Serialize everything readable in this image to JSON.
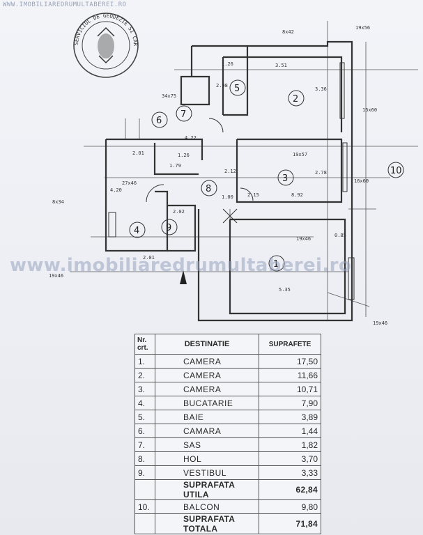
{
  "top_watermark": "WWW.IMOBILIAREDRUMULTABEREI.RO",
  "watermark": "www.imobiliaredrumultaberei.ro",
  "stamp_text": "SERVICIUL DE GEODEZIE SI CARTOGRAFIE",
  "plan_labels": {
    "room_numbers": [
      "1",
      "2",
      "3",
      "4",
      "5",
      "6",
      "7",
      "8",
      "9",
      "10"
    ],
    "dims": [
      "8x42",
      "19x56",
      "3.51",
      "3.36",
      "1.26",
      "2.98",
      "15x60",
      "34x75",
      "19x57",
      "4.22",
      "2.78",
      "2.01",
      "1.26",
      "1.79",
      "2.12",
      "1.00",
      "0.85",
      "8.92",
      "2.15",
      "4.20",
      "27x46",
      "8x34",
      "2.02",
      "19x46",
      "2.01",
      "5.35",
      "19x46",
      "19x46",
      "16x60"
    ]
  },
  "table": {
    "headers": {
      "nr": "Nr. crt.",
      "destinatie": "DESTINATIE",
      "suprafete": "SUPRAFETE"
    },
    "rows": [
      {
        "nr": "1.",
        "name": "CAMERA",
        "value": "17,50"
      },
      {
        "nr": "2.",
        "name": "CAMERA",
        "value": "11,66"
      },
      {
        "nr": "3.",
        "name": "CAMERA",
        "value": "10,71"
      },
      {
        "nr": "4.",
        "name": "BUCATARIE",
        "value": "7,90"
      },
      {
        "nr": "5.",
        "name": "BAIE",
        "value": "3,89"
      },
      {
        "nr": "6.",
        "name": "CAMARA",
        "value": "1,44"
      },
      {
        "nr": "7.",
        "name": "SAS",
        "value": "1,82"
      },
      {
        "nr": "8.",
        "name": "HOL",
        "value": "3,70"
      },
      {
        "nr": "9.",
        "name": "VESTIBUL",
        "value": "3,33"
      }
    ],
    "util": {
      "name": "SUPRAFATA UTILA",
      "value": "62,84"
    },
    "balcon": {
      "nr": "10.",
      "name": "BALCON",
      "value": "9,80"
    },
    "total": {
      "name": "SUPRAFATA TOTALA",
      "value": "71,84"
    }
  }
}
